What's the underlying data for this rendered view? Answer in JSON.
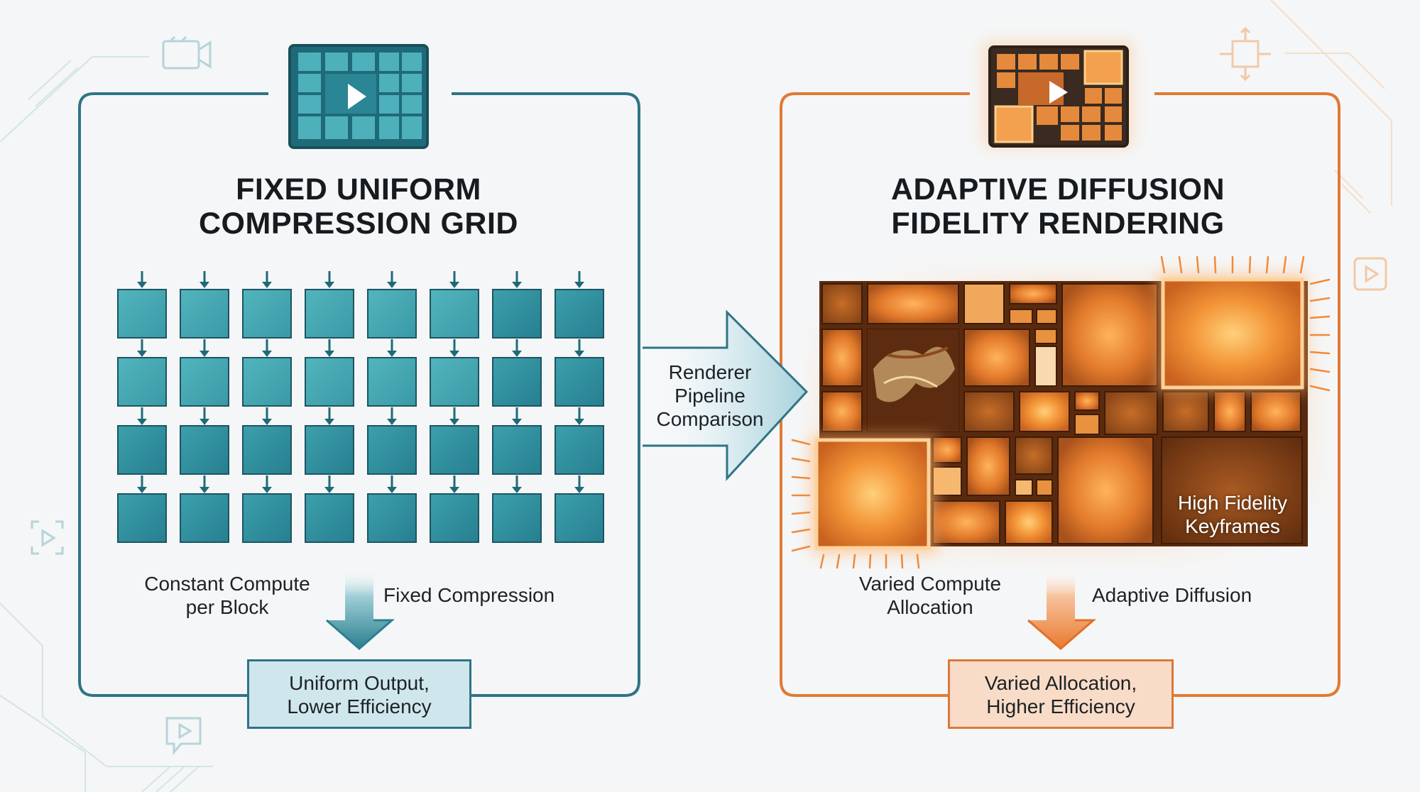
{
  "left_panel": {
    "title_lines": [
      "FIXED UNIFORM",
      "COMPRESSION GRID"
    ],
    "label_left_lines": [
      "Constant Compute",
      "per Block"
    ],
    "label_right": "Fixed Compression",
    "output_lines": [
      "Uniform Output,",
      "Lower Efficiency"
    ],
    "accent": "#2f7486",
    "icon": "video-grid-play-icon"
  },
  "right_panel": {
    "title_lines": [
      "ADAPTIVE DIFFUSION",
      "FIDELITY RENDERING"
    ],
    "label_left_lines": [
      "Varied Compute",
      "Allocation"
    ],
    "label_right": "Adaptive Diffusion",
    "output_lines": [
      "Varied Allocation,",
      "Higher Efficiency"
    ],
    "keyframe_lines": [
      "High Fidelity",
      "Keyframes"
    ],
    "accent": "#e07a35",
    "icon": "adaptive-grid-play-icon"
  },
  "center": {
    "label_lines": [
      "Renderer",
      "Pipeline",
      "Comparison"
    ]
  },
  "decorations": [
    "camera-icon",
    "crop-icon",
    "play-badge-icon",
    "play-chat-icon",
    "focus-play-icon"
  ]
}
